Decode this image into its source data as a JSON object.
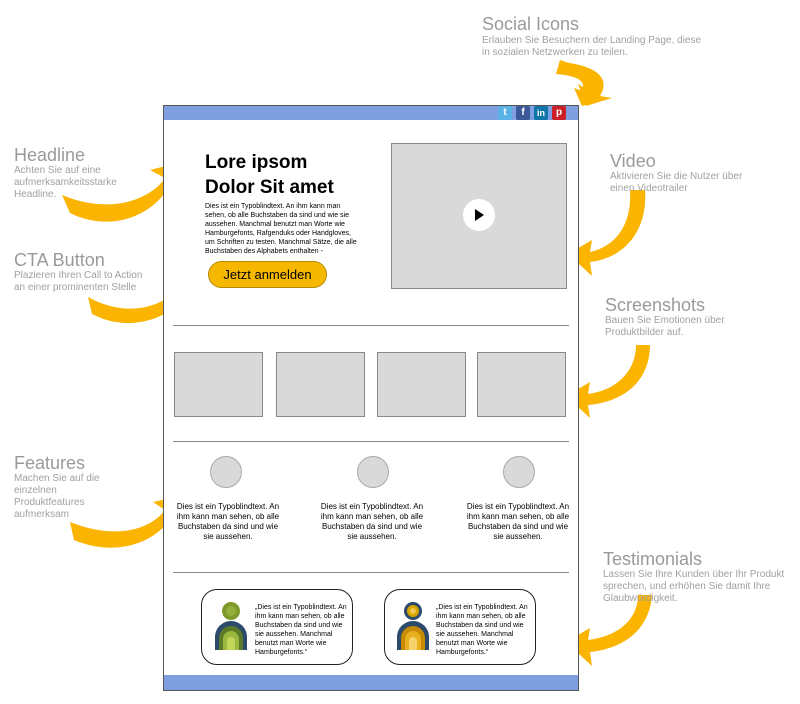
{
  "annotations": {
    "social": {
      "title": "Social Icons",
      "desc": "Erlauben Sie Besuchern der Landing Page, diese in sozialen Netzwerken zu teilen."
    },
    "headline": {
      "title": "Headline",
      "desc": "Achten Sie auf eine aufmerksamkeitsstarke Headline."
    },
    "cta": {
      "title": "CTA Button",
      "desc": "Plazieren Ihren Call to Action an einer prominenten Stelle"
    },
    "video": {
      "title": "Video",
      "desc": "Aktivieren Sie die Nutzer über einen Videotrailer"
    },
    "screenshots": {
      "title": "Screenshots",
      "desc": "Bauen Sie Emotionen über Produktbilder auf."
    },
    "features": {
      "title": "Features",
      "desc": "Machen Sie auf die einzelnen Produktfeatures aufmerksam"
    },
    "testimonials": {
      "title": "Testimonials",
      "desc": "Lassen Sie Ihre Kunden über Ihr Produkt sprechen, und erhöhen Sie damit Ihre Glaubwürdigkeit."
    }
  },
  "social_icons": [
    {
      "name": "twitter-icon",
      "glyph": "t",
      "color": "#5ab3e6"
    },
    {
      "name": "facebook-icon",
      "glyph": "f",
      "color": "#3b5998"
    },
    {
      "name": "linkedin-icon",
      "glyph": "in",
      "color": "#0e76a8"
    },
    {
      "name": "pinterest-icon",
      "glyph": "p",
      "color": "#cb2027"
    }
  ],
  "mockup": {
    "headline_line1": "Lore ipsom",
    "headline_line2": "Dolor Sit amet",
    "body": "Dies ist ein Typoblindtext. An ihm kann man sehen, ob alle Buchstaben da sind und wie sie aussehen. Manchmal benutzt man Worte wie Hamburgefonts, Rafgenduks oder Handgloves, um Schriften zu testen. Manchmal Sätze, die alle Buchstaben des Alphabets enthalten -",
    "cta_label": "Jetzt anmelden",
    "features": [
      "Dies ist ein Typoblindtext. An ihm kann man sehen, ob alle Buchstaben da sind und wie sie aussehen.",
      "Dies ist ein Typoblindtext. An ihm kann man sehen, ob alle Buchstaben da sind und wie sie aussehen.",
      "Dies ist ein Typoblindtext. An ihm kann man sehen, ob alle Buchstaben da sind und wie sie aussehen."
    ],
    "testimonials": [
      "„Dies ist ein Typoblindtext. An ihm kann man sehen, ob alle Buchstaben da sind und wie sie aussehen. Manchmal benutzt man Worte wie Hamburgefonts.“",
      "„Dies ist ein Typoblindtext. An ihm kann man sehen, ob alle Buchstaben da sind und wie sie aussehen. Manchmal benutzt man Worte wie Hamburgefonts.“"
    ]
  },
  "colors": {
    "accent_arrow": "#fbb400",
    "bar_blue": "#7f9fe0",
    "cta_yellow": "#f5b700",
    "placeholder_gray": "#d9d9d9"
  }
}
